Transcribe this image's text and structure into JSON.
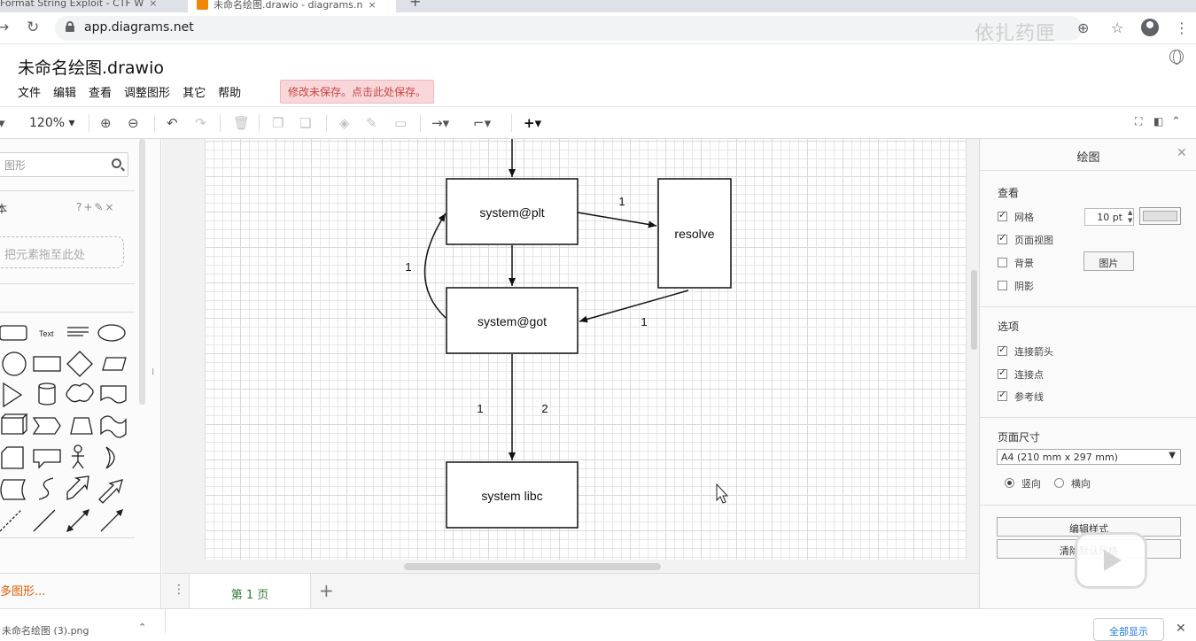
{
  "browser": {
    "tabs": [
      {
        "title": "Format String Exploit - CTF W"
      },
      {
        "title": "未命名绘图.drawio - diagrams.n"
      }
    ],
    "url": "app.diagrams.net",
    "watermark": "依扎药匣"
  },
  "app": {
    "title": "未命名绘图.drawio",
    "menu": [
      "文件",
      "编辑",
      "查看",
      "调整图形",
      "其它",
      "帮助"
    ],
    "unsaved_notice": "修改未保存。点击此处保存。"
  },
  "toolbar": {
    "zoom": "120%"
  },
  "sidebar": {
    "search_placeholder": "图形",
    "scratchpad_title": "本",
    "scratchpad_controls": "?+✎×",
    "dropzone_text": "把元素拖至此处",
    "more_shapes": "多图形...",
    "text_shape_label": "Text"
  },
  "diagram": {
    "nodes": [
      {
        "id": "plt",
        "label": "system@plt"
      },
      {
        "id": "resolve",
        "label": "resolve"
      },
      {
        "id": "got",
        "label": "system@got"
      },
      {
        "id": "libc",
        "label": "system libc"
      }
    ],
    "edge_labels": {
      "plt_resolve": "1",
      "resolve_got": "1",
      "got_plt": "1",
      "got_libc_a": "1",
      "got_libc_b": "2"
    }
  },
  "pages": {
    "current": "第 1 页"
  },
  "format_panel": {
    "title": "绘图",
    "view_heading": "查看",
    "grid_label": "网格",
    "grid_checked": true,
    "grid_size": "10 pt",
    "page_view_label": "页面视图",
    "page_view_checked": true,
    "background_label": "背景",
    "background_checked": false,
    "image_button": "图片",
    "shadow_label": "阴影",
    "shadow_checked": false,
    "options_heading": "选项",
    "connection_arrows_label": "连接箭头",
    "connection_points_label": "连接点",
    "guides_label": "参考线",
    "page_size_heading": "页面尺寸",
    "page_size_value": "A4 (210 mm x 297 mm)",
    "portrait_label": "竖向",
    "landscape_label": "横向",
    "orientation": "portrait",
    "edit_style_button": "编辑样式",
    "clear_default_button": "清除默认风格"
  },
  "downloads": {
    "file": "未命名绘图 (3).png",
    "show_all": "全部显示"
  }
}
